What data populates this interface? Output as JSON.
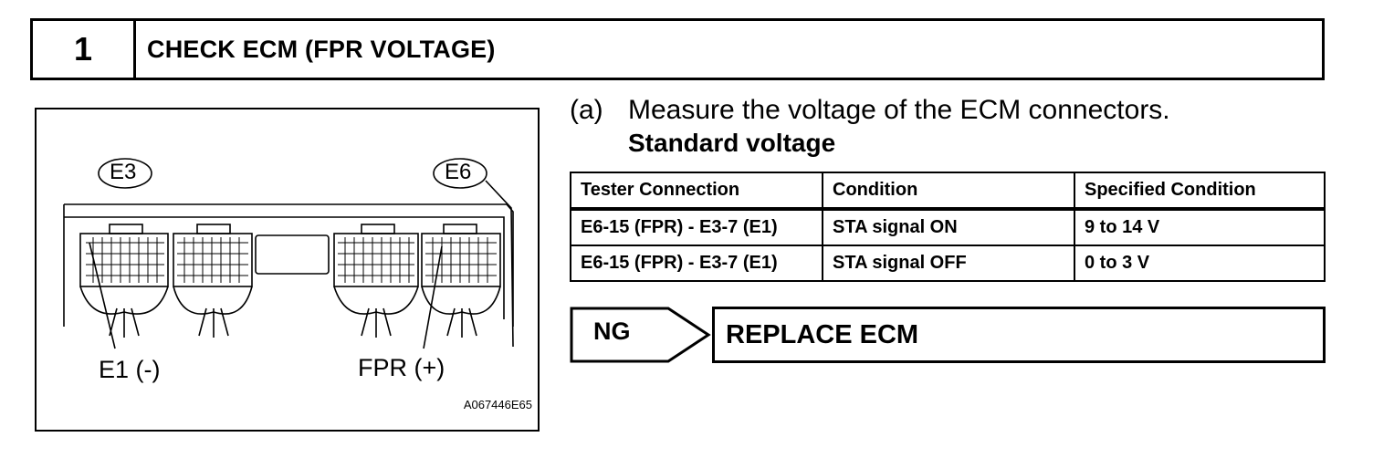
{
  "step": {
    "number": "1",
    "title": "CHECK ECM (FPR VOLTAGE)"
  },
  "figure": {
    "connector_left": "E3",
    "connector_right": "E6",
    "label_left": "E1 (-)",
    "label_right": "FPR (+)",
    "figure_id": "A067446E65"
  },
  "instruction": {
    "index": "(a)",
    "text": "Measure the voltage of the ECM connectors.",
    "standard_heading": "Standard voltage"
  },
  "spec_table": {
    "headers": [
      "Tester Connection",
      "Condition",
      "Specified Condition"
    ],
    "rows": [
      [
        "E6-15 (FPR) - E3-7 (E1)",
        "STA signal ON",
        "9 to 14 V"
      ],
      [
        "E6-15 (FPR) - E3-7 (E1)",
        "STA signal OFF",
        "0 to 3 V"
      ]
    ]
  },
  "result": {
    "ng_label": "NG",
    "action": "REPLACE ECM"
  }
}
